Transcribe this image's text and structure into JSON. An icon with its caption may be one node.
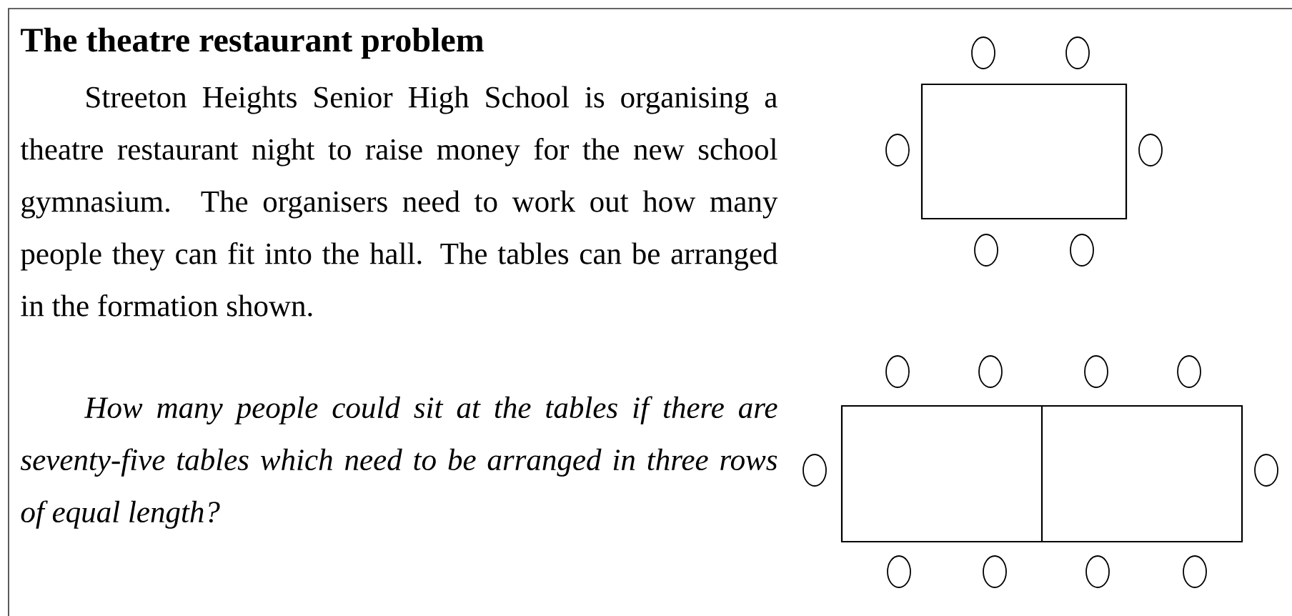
{
  "diagram": {
    "title": "The theatre restaurant problem",
    "labels": [
      "Streeton Heights Senior High School is organising a theatre restaurant night to raise money for the new school gymnasium. The organisers need to work out how many people they can fit into the hall. The tables can be arranged in the formation shown.",
      "How many people could sit at the tables if there are seventy-five tables which need to be arranged in three rows of equal length?"
    ]
  }
}
